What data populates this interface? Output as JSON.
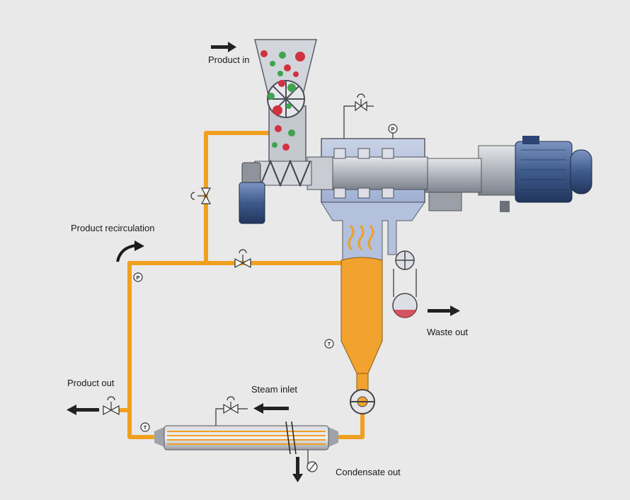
{
  "labels": {
    "product_in": "Product in",
    "product_recirculation": "Product recirculation",
    "waste_out": "Waste out",
    "product_out": "Product out",
    "steam_inlet": "Steam inlet",
    "condensate_out": "Condensate out"
  },
  "gauges": {
    "pressure": "P",
    "temperature": "T"
  },
  "colors": {
    "background": "#e9e9e9",
    "product_pipe": "#f0a020",
    "product_fill": "#f2a22e",
    "steel": "#b8bcc4",
    "chamber": "#b7c3de",
    "motor": "#3e5a8c",
    "arrow": "#222222",
    "ball_red": "#d2313f",
    "ball_green": "#3ea44e"
  },
  "icons": [
    "arrow-right-icon",
    "arrow-left-icon",
    "arrow-down-icon",
    "curved-arrow-icon",
    "valve-icon",
    "gauge-icon",
    "steam-wave-icon"
  ]
}
